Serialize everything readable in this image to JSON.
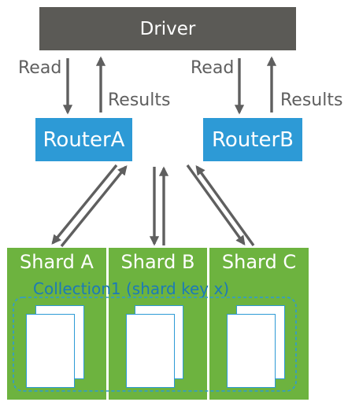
{
  "driver": {
    "label": "Driver"
  },
  "routers": [
    {
      "label": "RouterA"
    },
    {
      "label": "RouterB"
    }
  ],
  "flows": {
    "left_read": "Read",
    "left_results": "Results",
    "right_read": "Read",
    "right_results": "Results"
  },
  "shards": [
    {
      "label": "Shard A"
    },
    {
      "label": "Shard B"
    },
    {
      "label": "Shard C"
    }
  ],
  "collection": {
    "label": "Collection1 (shard key x)"
  },
  "colors": {
    "driver": "#5b5a56",
    "router": "#2d9ad6",
    "shard": "#6db33f",
    "arrow": "#5f5f5f",
    "collection_border": "#2d9ad6"
  }
}
